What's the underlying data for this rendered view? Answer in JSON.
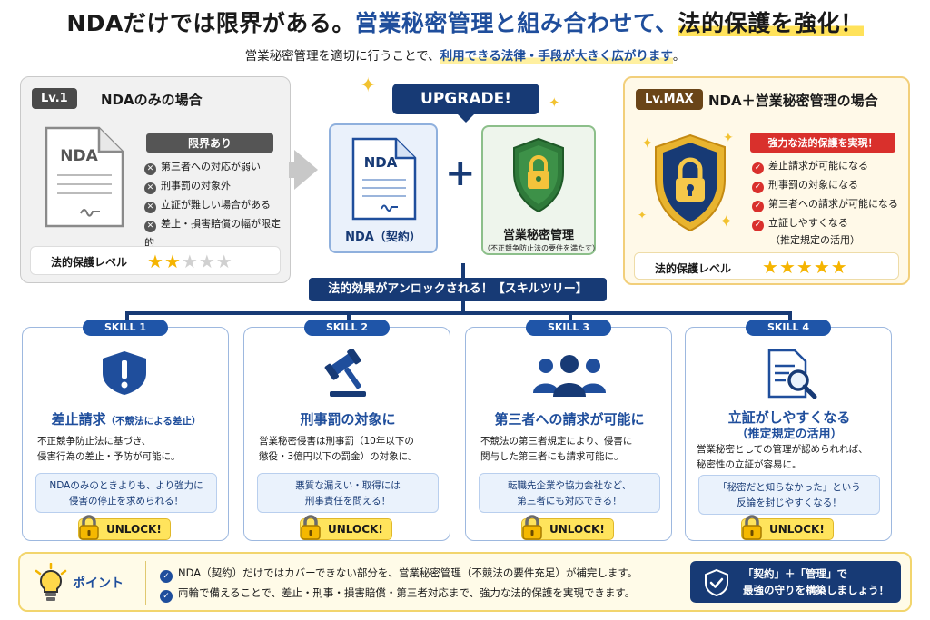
{
  "header": {
    "title_part1": "NDAだけでは限界がある。",
    "title_part2": "営業秘密管理と組み合わせて、",
    "title_part3": "法的保護を強化！",
    "subtitle_part1": "営業秘密管理を適切に行うことで、",
    "subtitle_part2": "利用できる法律・手段が大きく広がります",
    "subtitle_part3": "。"
  },
  "lv1": {
    "tag": "Lv.1",
    "title": "NDAのみの場合",
    "doc_label": "NDA",
    "limit_tag": "限界あり",
    "items": [
      "第三者への対応が弱い",
      "刑事罰の対象外",
      "立証が難しい場合がある",
      "差止・損害賠償の幅が限定的"
    ],
    "level_label": "法的保護レベル",
    "stars_on": 2,
    "stars_total": 5
  },
  "upgrade": {
    "label": "UPGRADE!",
    "nda_doc_label": "NDA",
    "nda_card_label": "NDA（契約）",
    "tsm_label": "営業秘密管理",
    "tsm_sub": "（不正競争防止法の要件を満たす）"
  },
  "lvmax": {
    "tag": "Lv.MAX",
    "title": "NDA＋営業秘密管理の場合",
    "strong_tag": "強力な法的保護を実現！",
    "items": [
      "差止請求が可能になる",
      "刑事罰の対象になる",
      "第三者への請求が可能になる",
      "立証しやすくなる"
    ],
    "note": "（推定規定の活用）",
    "level_label": "法的保護レベル",
    "stars_on": 5,
    "stars_total": 5
  },
  "tree": {
    "banner": "法的効果がアンロックされる！【スキルツリー】"
  },
  "skills": [
    {
      "tag": "SKILL 1",
      "title": "差止請求",
      "title_small": "（不競法による差止）",
      "body1": "不正競争防止法に基づき、",
      "body2": "侵害行為の差止・予防が可能に。",
      "box1": "NDAのみのときよりも、より強力に",
      "box2": "侵害の停止を求められる！",
      "unlock": "UNLOCK!"
    },
    {
      "tag": "SKILL 2",
      "title": "刑事罰の対象に",
      "body1": "営業秘密侵害は刑事罰（10年以下の",
      "body2": "懲役・3億円以下の罰金）の対象に。",
      "box1": "悪質な漏えい・取得には",
      "box2": "刑事責任を問える！",
      "unlock": "UNLOCK!"
    },
    {
      "tag": "SKILL 3",
      "title": "第三者への請求が可能に",
      "body1": "不競法の第三者規定により、侵害に",
      "body2": "関与した第三者にも請求可能に。",
      "box1": "転職先企業や協力会社など、",
      "box2": "第三者にも対応できる！",
      "unlock": "UNLOCK!"
    },
    {
      "tag": "SKILL 4",
      "title": "立証がしやすくなる",
      "title2": "（推定規定の活用）",
      "body1": "営業秘密としての管理が認められれば、",
      "body2": "秘密性の立証が容易に。",
      "box1": "「秘密だと知らなかった」という",
      "box2": "反論を封じやすくなる！",
      "unlock": "UNLOCK!"
    }
  ],
  "bottom": {
    "point": "ポイント",
    "line1": "NDA（契約）だけではカバーできない部分を、営業秘密管理（不競法の要件充足）が補完します。",
    "line2": "両輪で備えることで、差止・刑事・損害賠償・第三者対応まで、強力な法的保護を実現できます。",
    "cta1": "「契約」＋「管理」で",
    "cta2": "最強の守りを構築しましょう！"
  },
  "colors": {
    "navy": "#173a75",
    "blue": "#1f4e9c",
    "gold": "#f5b400",
    "red": "#d9302c",
    "yellow": "#ffe45c"
  }
}
